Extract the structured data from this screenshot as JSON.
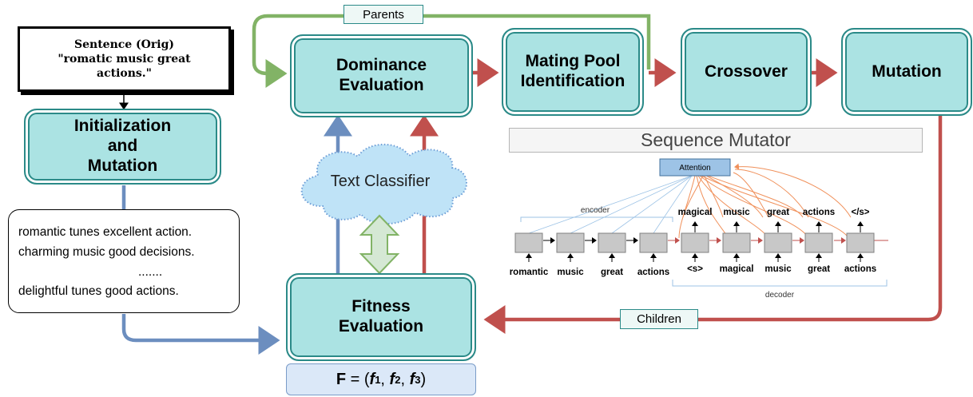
{
  "sentence_box": {
    "title": "Sentence (Orig)",
    "text": "\"romatic music great actions.\""
  },
  "boxes": {
    "init": "Initialization\nand\nMutation",
    "dominance": "Dominance\nEvaluation",
    "mating": "Mating Pool\nIdentification",
    "crossover": "Crossover",
    "mutation": "Mutation",
    "fitness": "Fitness\nEvaluation"
  },
  "candidates": [
    "romantic tunes excellent action.",
    "charming music good decisions.",
    ".......",
    "delightful tunes good actions."
  ],
  "cloud_label": "Text Classifier",
  "tags": {
    "parents": "Parents",
    "children": "Children"
  },
  "fitness_tuple": {
    "F": "F",
    "eq": " = (",
    "f1": "f",
    "s1": "1",
    "sep1": ", ",
    "f2": "f",
    "s2": "2",
    "sep2": ", ",
    "f3": "f",
    "s3": "3",
    "close": ")"
  },
  "seq_mutator": {
    "title": "Sequence Mutator",
    "attention": "Attention",
    "encoder_label": "encoder",
    "decoder_label": "decoder",
    "encoder_inputs": [
      "romantic",
      "music",
      "great",
      "actions"
    ],
    "decoder_inputs": [
      "<s>",
      "magical",
      "music",
      "great",
      "actions"
    ],
    "decoder_outputs": [
      "magical",
      "music",
      "great",
      "actions",
      "</s>"
    ]
  },
  "colors": {
    "box_fill": "#abe3e3",
    "box_border": "#2b8a88",
    "red": "#c0504d",
    "blue": "#6c8ebf",
    "green": "#82b366",
    "orange": "#f0905a"
  }
}
